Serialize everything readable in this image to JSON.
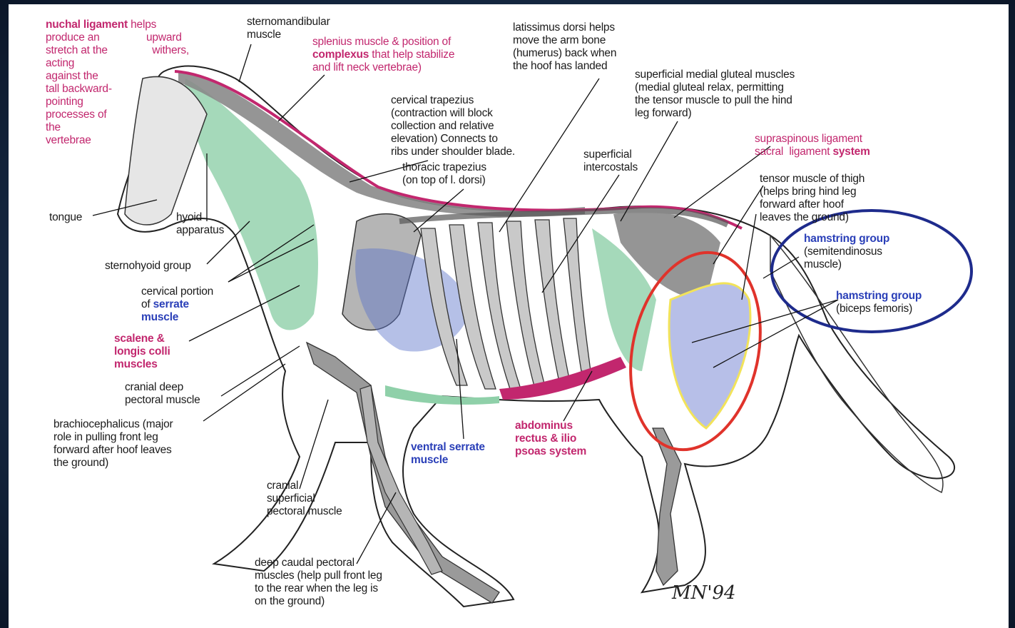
{
  "colors": {
    "pink": "#c2276e",
    "blue": "#2a3fb8",
    "muscle_green": "#8fd0a9",
    "bone_gray": "#9a9a9a",
    "nerve_yellow": "#f2e35a",
    "hamstring_blue": "#b7bfe8",
    "highlight_red": "#e0332b",
    "highlight_navy": "#1e2b8c"
  },
  "labels": {
    "nuchal": {
      "bold_part": "nuchal ligament",
      "rest": " helps\nproduce an\nstretch at the\nacting\nagainst the\ntall backward-\npointing\nprocesses of\nthe\nvertebrae",
      "upward": "upward\n  withers,"
    },
    "sternomandibular": "sternomandibular\nmuscle",
    "splenius": {
      "line1": "splenius muscle & position of",
      "bold_part": "complexus",
      "line2_rest": " that help stabilize",
      "line3": "and lift neck vertebrae)"
    },
    "latissimus": "latissimus dorsi helps\nmove the arm bone\n(humerus) back when\nthe hoof has landed",
    "gluteal": "superficial medial gluteal muscles\n(medial gluteal relax, permitting\nthe tensor muscle to pull the hind\nleg forward)",
    "cervical_trapezius": "cervical trapezius\n(contraction will block\ncollection and relative\nelevation) Connects to\nribs under shoulder blade.",
    "thoracic_trapezius": "thoracic trapezius\n(on top of l. dorsi)",
    "intercostals": "superficial\nintercostals",
    "supraspinous": {
      "line1": "supraspinous ligament",
      "line2": "sacral  ligament ",
      "bold_part": "system"
    },
    "tensor": "tensor muscle of thigh\n(helps bring hind leg\nforward after hoof\nleaves the ground)",
    "hamstring_semi": {
      "title": "hamstring group",
      "sub": "(semitendinosus\nmuscle)"
    },
    "hamstring_biceps": {
      "title": "hamstring group",
      "sub": "(biceps femoris)"
    },
    "tongue": "tongue",
    "hyoid": "hyoid\napparatus",
    "sternohyoid": "sternohyoid group",
    "serrate_cervical": {
      "line1": "cervical portion",
      "line2_prefix": "of ",
      "bold_part": "serrate\nmuscle"
    },
    "scalene": "scalene &\nlongis colli\nmuscles",
    "cranial_deep": "cranial deep\npectoral muscle",
    "brachiocephalicus": "brachiocephalicus (major\nrole in pulling front leg\nforward after hoof leaves\nthe ground)",
    "ventral_serrate": "ventral serrate\nmuscle",
    "abdominus": "abdominus\nrectus & ilio\npsoas system",
    "cranial_superficial": "cranial\nsuperficial\npectoral muscle",
    "deep_caudal": "deep caudal pectoral\nmuscles (help pull front leg\nto the rear when the leg is\non the ground)",
    "signature": "MN'94"
  }
}
